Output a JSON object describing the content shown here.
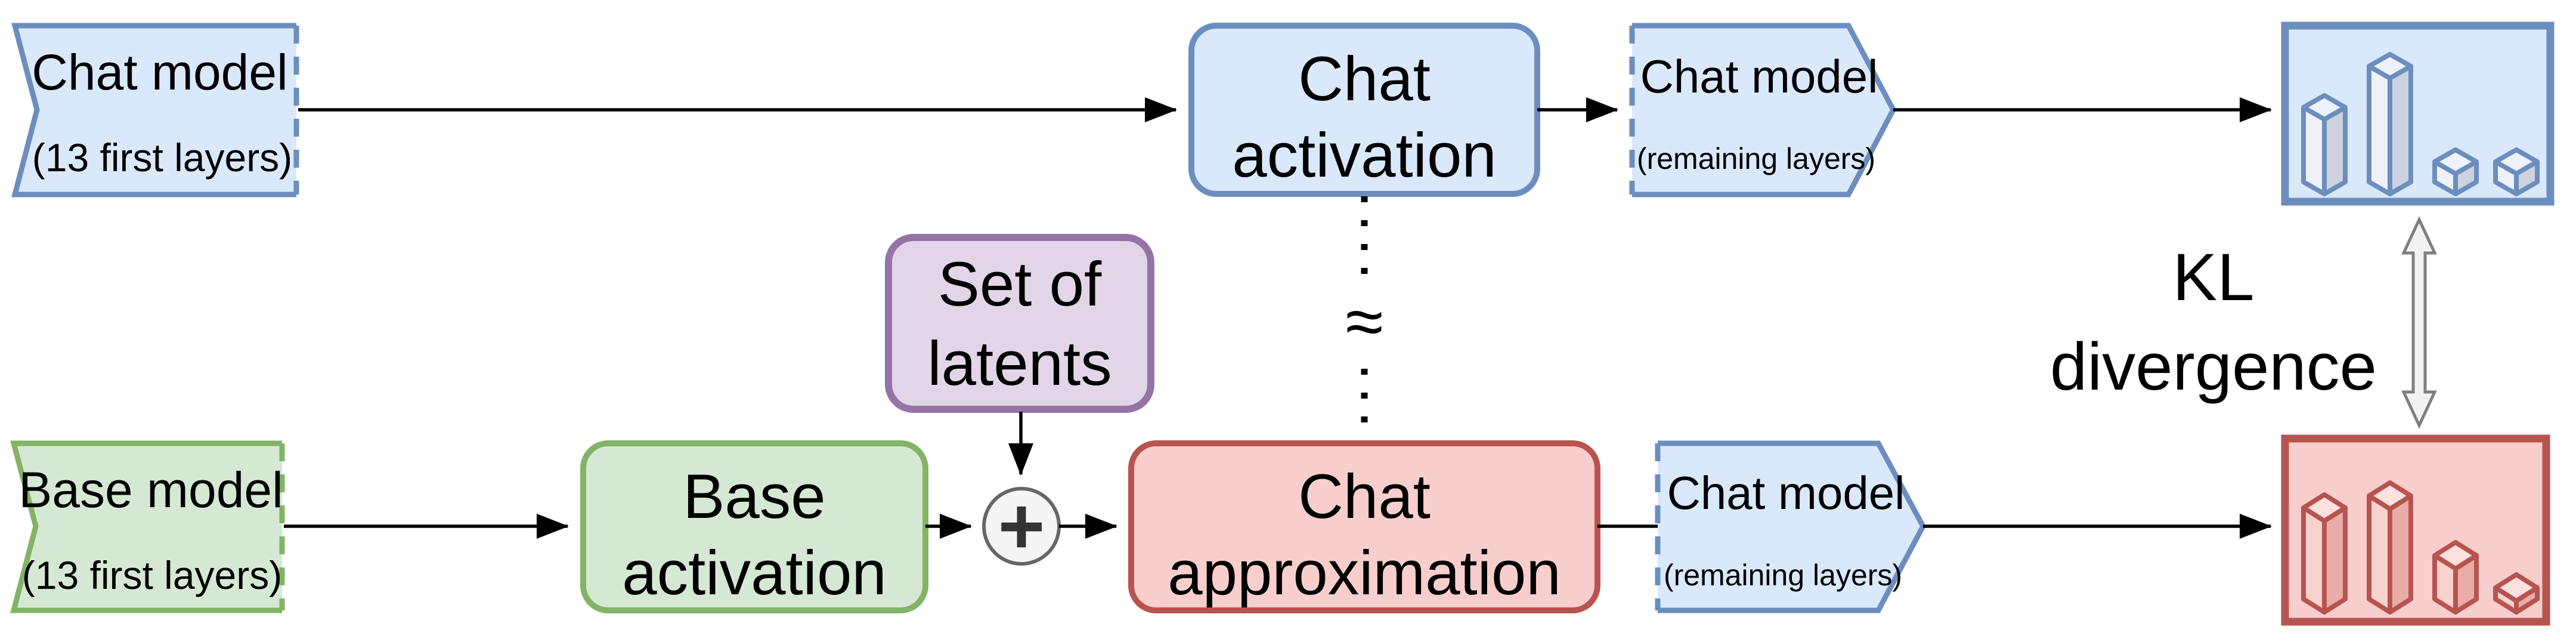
{
  "diagram": {
    "nodes": {
      "chat_model_top": {
        "title": "Chat model",
        "subtitle": "(13 first layers)"
      },
      "chat_activation": {
        "line1": "Chat",
        "line2": "activation"
      },
      "chat_model_top_right": {
        "title": "Chat model",
        "subtitle": "(remaining layers)"
      },
      "set_of_latents": {
        "line1": "Set of",
        "line2": "latents"
      },
      "base_model": {
        "title": "Base model",
        "subtitle": "(13 first layers)"
      },
      "base_activation": {
        "line1": "Base",
        "line2": "activation"
      },
      "plus_operator": {
        "symbol": "+"
      },
      "approx_equal": {
        "symbol": "≈"
      },
      "chat_approximation": {
        "line1": "Chat",
        "line2": "approximation"
      },
      "chat_model_bottom_right": {
        "title": "Chat model",
        "subtitle": "(remaining layers)"
      },
      "kl_divergence": {
        "line1": "KL",
        "line2": "divergence"
      }
    },
    "colors": {
      "blue_fill": "#dae8fc",
      "blue_stroke": "#6c8ebf",
      "green_fill": "#d5e8d4",
      "green_stroke": "#82b366",
      "purple_fill": "#e1d5e7",
      "purple_stroke": "#9673a6",
      "red_fill": "#f8cecc",
      "red_stroke": "#b85450",
      "operator_fill": "#f5f5f5",
      "operator_stroke": "#666666",
      "arrow": "#000000",
      "kl_arrow_fill": "#f2f2f2",
      "kl_arrow_stroke": "#7f7f7f"
    },
    "distribution_icons": [
      {
        "name": "chat-activation-distribution",
        "color": "blue",
        "bar_heights": [
          0.58,
          0.82,
          0.26,
          0.26
        ]
      },
      {
        "name": "chat-approximation-distribution",
        "color": "red",
        "bar_heights": [
          0.69,
          0.76,
          0.41,
          0.22
        ]
      }
    ]
  }
}
